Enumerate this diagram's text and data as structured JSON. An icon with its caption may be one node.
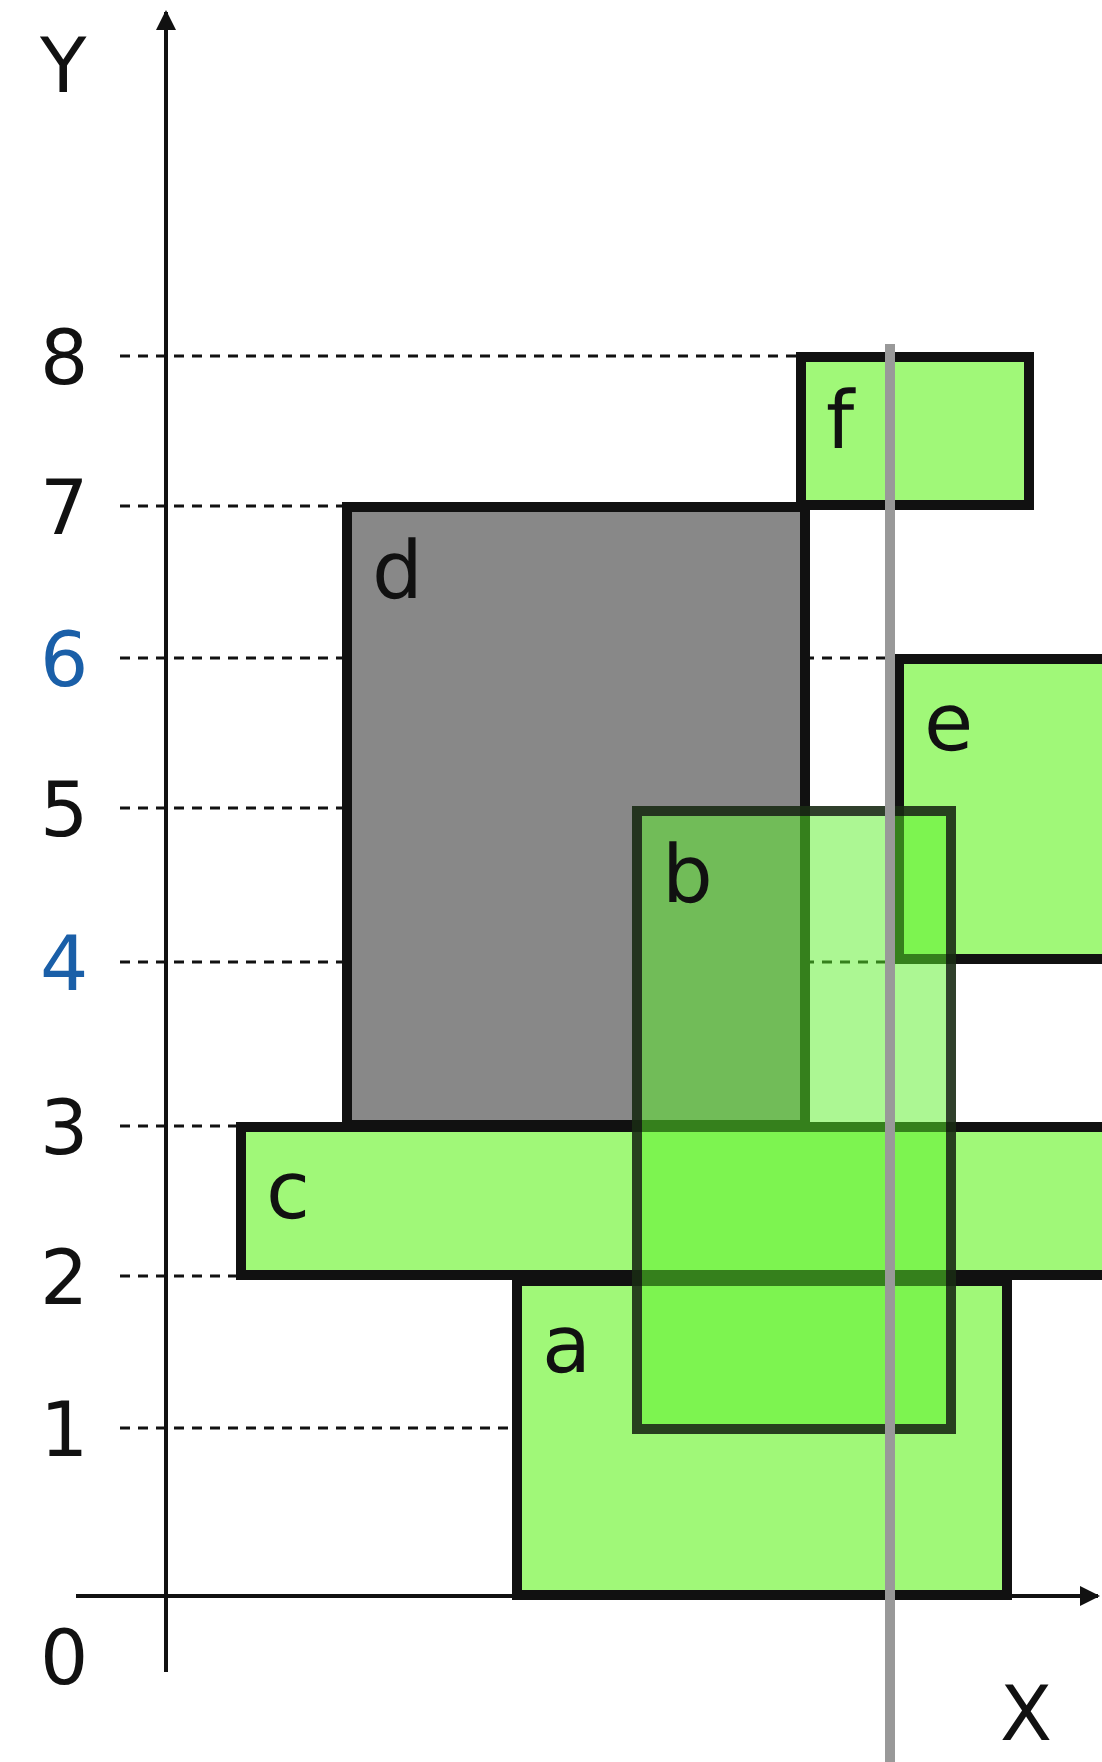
{
  "diagram": {
    "nodes": [
      {
        "text": [
          "a"
        ]
      },
      {
        "text": [
          "b"
        ]
      },
      {
        "text": [
          "c"
        ]
      },
      {
        "text": [
          "d"
        ]
      },
      {
        "text": [
          "e"
        ]
      },
      {
        "text": [
          "f"
        ]
      }
    ],
    "labels": [
      "Y",
      "8",
      "7",
      "6",
      "5",
      "4",
      "3",
      "2",
      "1",
      "0",
      "X"
    ]
  }
}
